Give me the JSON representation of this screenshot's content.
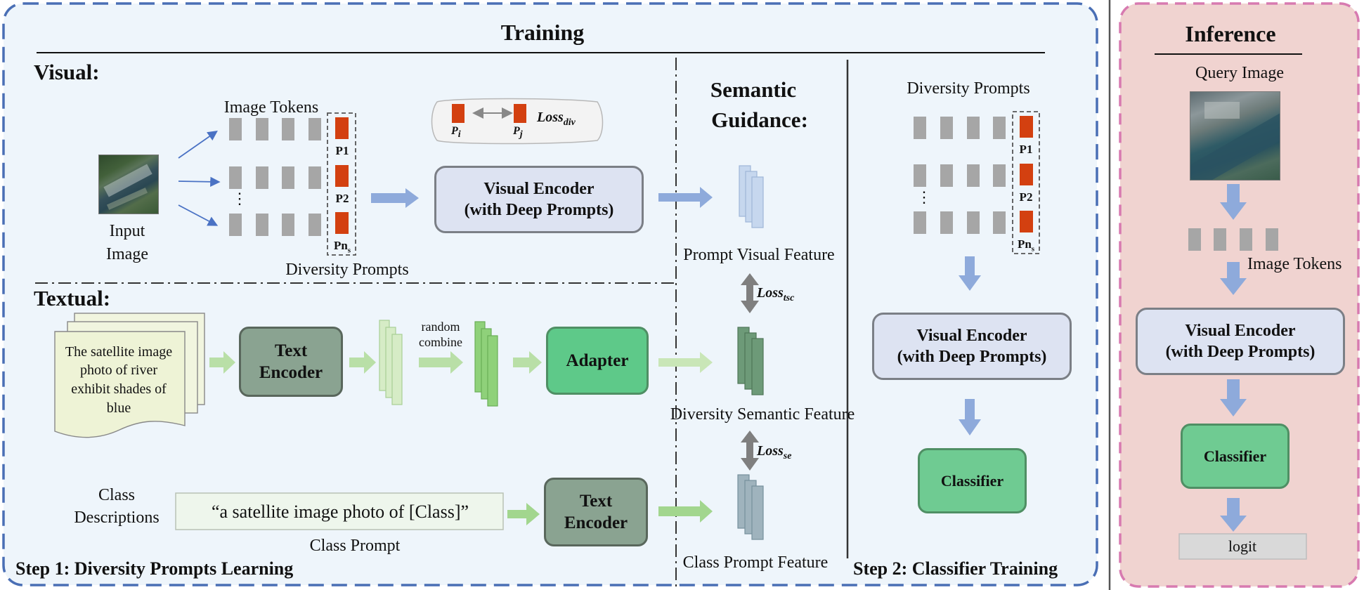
{
  "training": {
    "title": "Training",
    "visual_label": "Visual:",
    "image_tokens_label": "Image Tokens",
    "prompt_labels": [
      "P1",
      "P2",
      "Pn",
      "s"
    ],
    "vdots": "⋮",
    "input_image_label_line1": "Input",
    "input_image_label_line2": "Image",
    "diversity_prompts_label": "Diversity Prompts",
    "loss_div": {
      "p_i": "P",
      "p_i_sub": "i",
      "p_j": "P",
      "p_j_sub": "j",
      "loss": "Loss",
      "sub": "div"
    },
    "visual_encoder_line1": "Visual Encoder",
    "visual_encoder_line2": "(with Deep Prompts)",
    "semantic_guidance_line1": "Semantic",
    "semantic_guidance_line2": "Guidance:",
    "prompt_visual_feature": "Prompt Visual Feature",
    "loss_tsc": {
      "loss": "Loss",
      "sub": "tsc"
    },
    "textual_label": "Textual:",
    "doc_text_lines": [
      "The satellite image",
      "photo of river",
      "exhibit shades of",
      "blue"
    ],
    "text_encoder_line1": "Text",
    "text_encoder_line2": "Encoder",
    "random_combine_line1": "random",
    "random_combine_line2": "combine",
    "adapter_label": "Adapter",
    "diversity_semantic_feature": "Diversity Semantic Feature",
    "loss_se": {
      "loss": "Loss",
      "sub": "se"
    },
    "class_descriptions_line1": "Class",
    "class_descriptions_line2": "Descriptions",
    "class_prompt_text": "“a satellite image photo of [Class]”",
    "class_prompt_label": "Class Prompt",
    "class_prompt_feature": "Class Prompt Feature",
    "step1_label": "Step 1: Diversity Prompts Learning",
    "step2_label": "Step 2: Classifier Training",
    "step2_diversity_prompts": "Diversity Prompts",
    "step2_visual_encoder_line1": "Visual Encoder",
    "step2_visual_encoder_line2": "(with Deep Prompts)",
    "step2_classifier": "Classifier"
  },
  "inference": {
    "title": "Inference",
    "query_image_label": "Query Image",
    "image_tokens_label": "Image Tokens",
    "visual_encoder_line1": "Visual Encoder",
    "visual_encoder_line2": "(with Deep Prompts)",
    "classifier": "Classifier",
    "logit": "logit"
  },
  "colors": {
    "training_bg": "#eef5fb",
    "training_border": "#4a6fb5",
    "inference_bg": "#f0d3d0",
    "inference_border": "#d77ab0",
    "prompt_red": "#d34010",
    "token_gray": "#a6a6a6",
    "blue_arrow": "#8eaadb",
    "green_arrow": "#b9dfa7",
    "dark_green_arrow": "#a2d68e"
  }
}
